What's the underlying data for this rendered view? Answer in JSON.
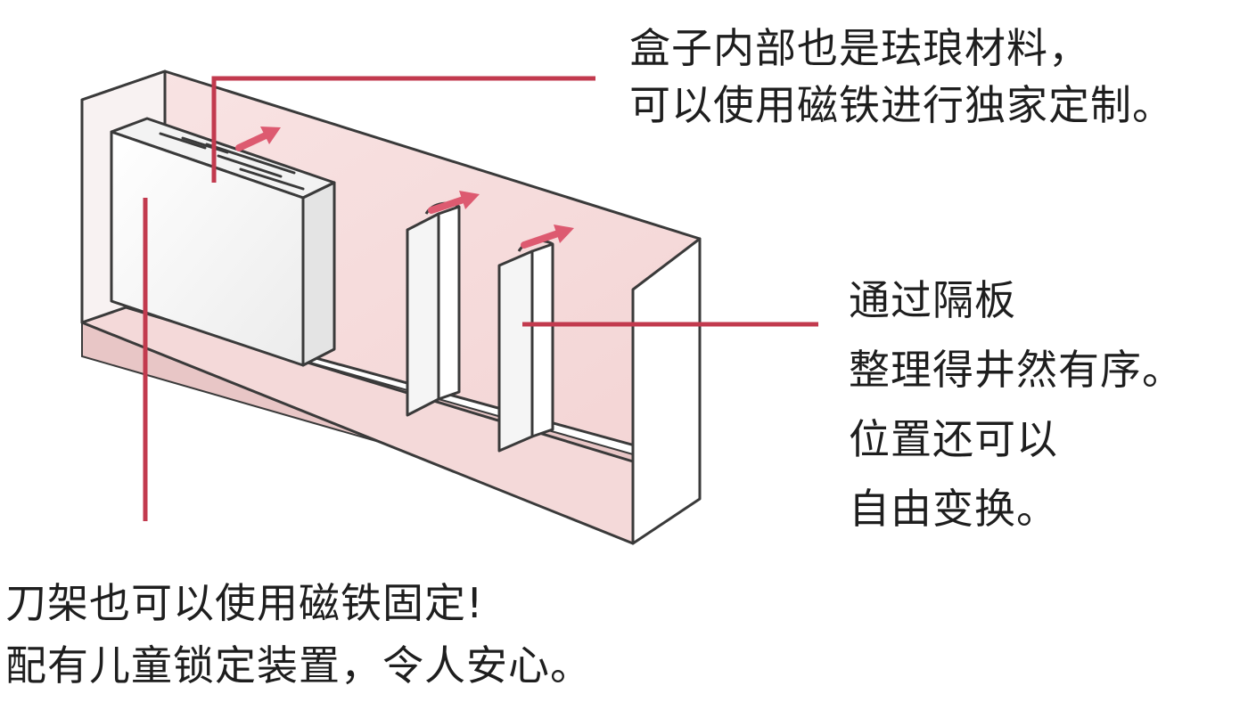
{
  "annotations": {
    "top": {
      "lines": [
        "盒子内部也是珐琅材料，",
        "可以使用磁铁进行独家定制。"
      ]
    },
    "right": {
      "lines": [
        "通过隔板",
        "整理得井然有序。",
        "位置还可以",
        "自由变换。"
      ]
    },
    "bottom": {
      "lines": [
        "刀架也可以使用磁铁固定!",
        "配有儿童锁定装置，令人安心。"
      ]
    }
  },
  "colors": {
    "outline": "#3a3a3a",
    "inner_wall": "#f6dede",
    "floor": "#e7c3c3",
    "floor_front": "#f3d6d6",
    "panel": "#f7f7f7",
    "accent_line": "#c23a4e",
    "arrow": "#dd5a70"
  }
}
